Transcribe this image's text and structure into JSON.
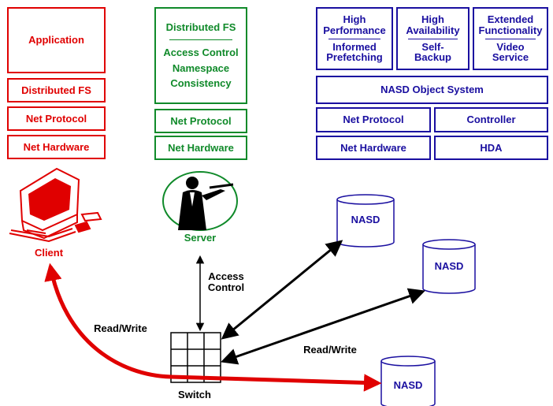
{
  "client_stack": {
    "application": "Application",
    "fs": "Distributed FS",
    "protocol": "Net Protocol",
    "hardware": "Net Hardware"
  },
  "server_stack": {
    "fs": "Distributed FS",
    "line1": "Access Control",
    "line2": "Namespace",
    "line3": "Consistency",
    "protocol": "Net Protocol",
    "hardware": "Net Hardware"
  },
  "nasd_stack": {
    "perf_title_1": "High",
    "perf_title_2": "Performance",
    "perf_sub_1": "Informed",
    "perf_sub_2": "Prefetching",
    "avail_title_1": "High",
    "avail_title_2": "Availability",
    "avail_sub_1": "Self-",
    "avail_sub_2": "Backup",
    "ext_title_1": "Extended",
    "ext_title_2": "Functionality",
    "ext_sub_1": "Video",
    "ext_sub_2": "Service",
    "object_system": "NASD Object System",
    "protocol": "Net Protocol",
    "controller": "Controller",
    "hardware": "Net Hardware",
    "hda": "HDA"
  },
  "nodes": {
    "client": "Client",
    "server": "Server",
    "switch": "Switch",
    "nasd_1": "NASD",
    "nasd_2": "NASD",
    "nasd_3": "NASD"
  },
  "edges": {
    "access_1": "Access",
    "access_2": "Control",
    "rw_left": "Read/Write",
    "rw_right": "Read/Write"
  },
  "colors": {
    "client": "#e00000",
    "server": "#108a2a",
    "nasd": "#1a0fa0"
  }
}
